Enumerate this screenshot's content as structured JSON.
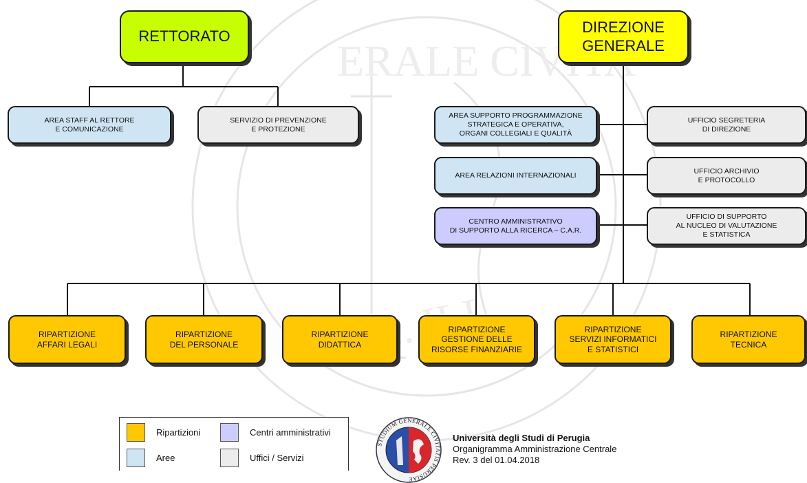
{
  "chart": {
    "rettorato": "RETTORATO",
    "direzione": "DIREZIONE\nGENERALE",
    "rettorato_children": {
      "staff": "AREA STAFF AL RETTORE\nE COMUNICAZIONE",
      "prevenzione": "SERVIZIO DI PREVENZIONE\nE PROTEZIONE"
    },
    "direzione_left": {
      "programmazione": "AREA SUPPORTO PROGRAMMAZIONE\nSTRATEGICA E OPERATIVA,\nORGANI COLLEGIALI E QUALITÀ",
      "relazioni": "AREA RELAZIONI INTERNAZIONALI",
      "car": "CENTRO AMMINISTRATIVO\nDI SUPPORTO ALLA RICERCA – C.A.R."
    },
    "direzione_right": {
      "segreteria": "UFFICIO SEGRETERIA\nDI DIREZIONE",
      "archivio": "UFFICIO ARCHIVIO\nE PROTOCOLLO",
      "nucleo": "UFFICIO DI SUPPORTO\nAL NUCLEO DI VALUTAZIONE\nE STATISTICA"
    },
    "ripartizioni": [
      "RIPARTIZIONE\nAFFARI LEGALI",
      "RIPARTIZIONE\nDEL PERSONALE",
      "RIPARTIZIONE\nDIDATTICA",
      "RIPARTIZIONE\nGESTIONE DELLE\nRISORSE FINANZIARIE",
      "RIPARTIZIONE\nSERVIZI INFORMATICI\nE STATISTICI",
      "RIPARTIZIONE\nTECNICA"
    ]
  },
  "legend": {
    "ripartizioni": "Ripartizioni",
    "centri": "Centri amministrativi",
    "aree": "Aree",
    "uffici": "Uffici / Servizi"
  },
  "footer": {
    "university": "Università degli Studi di Perugia",
    "subtitle": "Organigramma Amministrazione Centrale",
    "revision": "Rev. 3 del 01.04.2018"
  },
  "colors": {
    "rettorato": "#c8ff00",
    "direzione": "#ffff00",
    "ripartizioni": "#ffc800",
    "aree": "#cfe5f3",
    "centri": "#ccccff",
    "uffici": "#ececec"
  },
  "logo": {
    "icon": "university-seal-icon",
    "ring_text": "STUDIUM GENERALE CIVITATIS PERUSIAE"
  }
}
